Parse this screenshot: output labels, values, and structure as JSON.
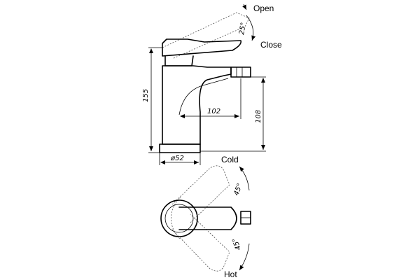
{
  "labels": {
    "open": "Open",
    "close": "Close",
    "cold": "Cold",
    "hot": "Hot"
  },
  "dimensions": {
    "angle_vertical": "25°",
    "angle_cold": "45°",
    "angle_hot": "45°",
    "height_total": "155",
    "spout_reach": "102",
    "spout_height": "108",
    "base_diameter": "ø52"
  }
}
